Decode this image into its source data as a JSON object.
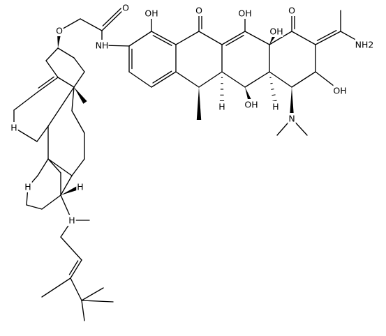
{
  "structure": {
    "atom_labels": [
      "O",
      "O",
      "NH",
      "OH",
      "O",
      "OH",
      "OH",
      "O",
      "NH2",
      "OH",
      "H",
      "H",
      "OH",
      "N",
      "H",
      "H",
      "H",
      "H"
    ]
  }
}
